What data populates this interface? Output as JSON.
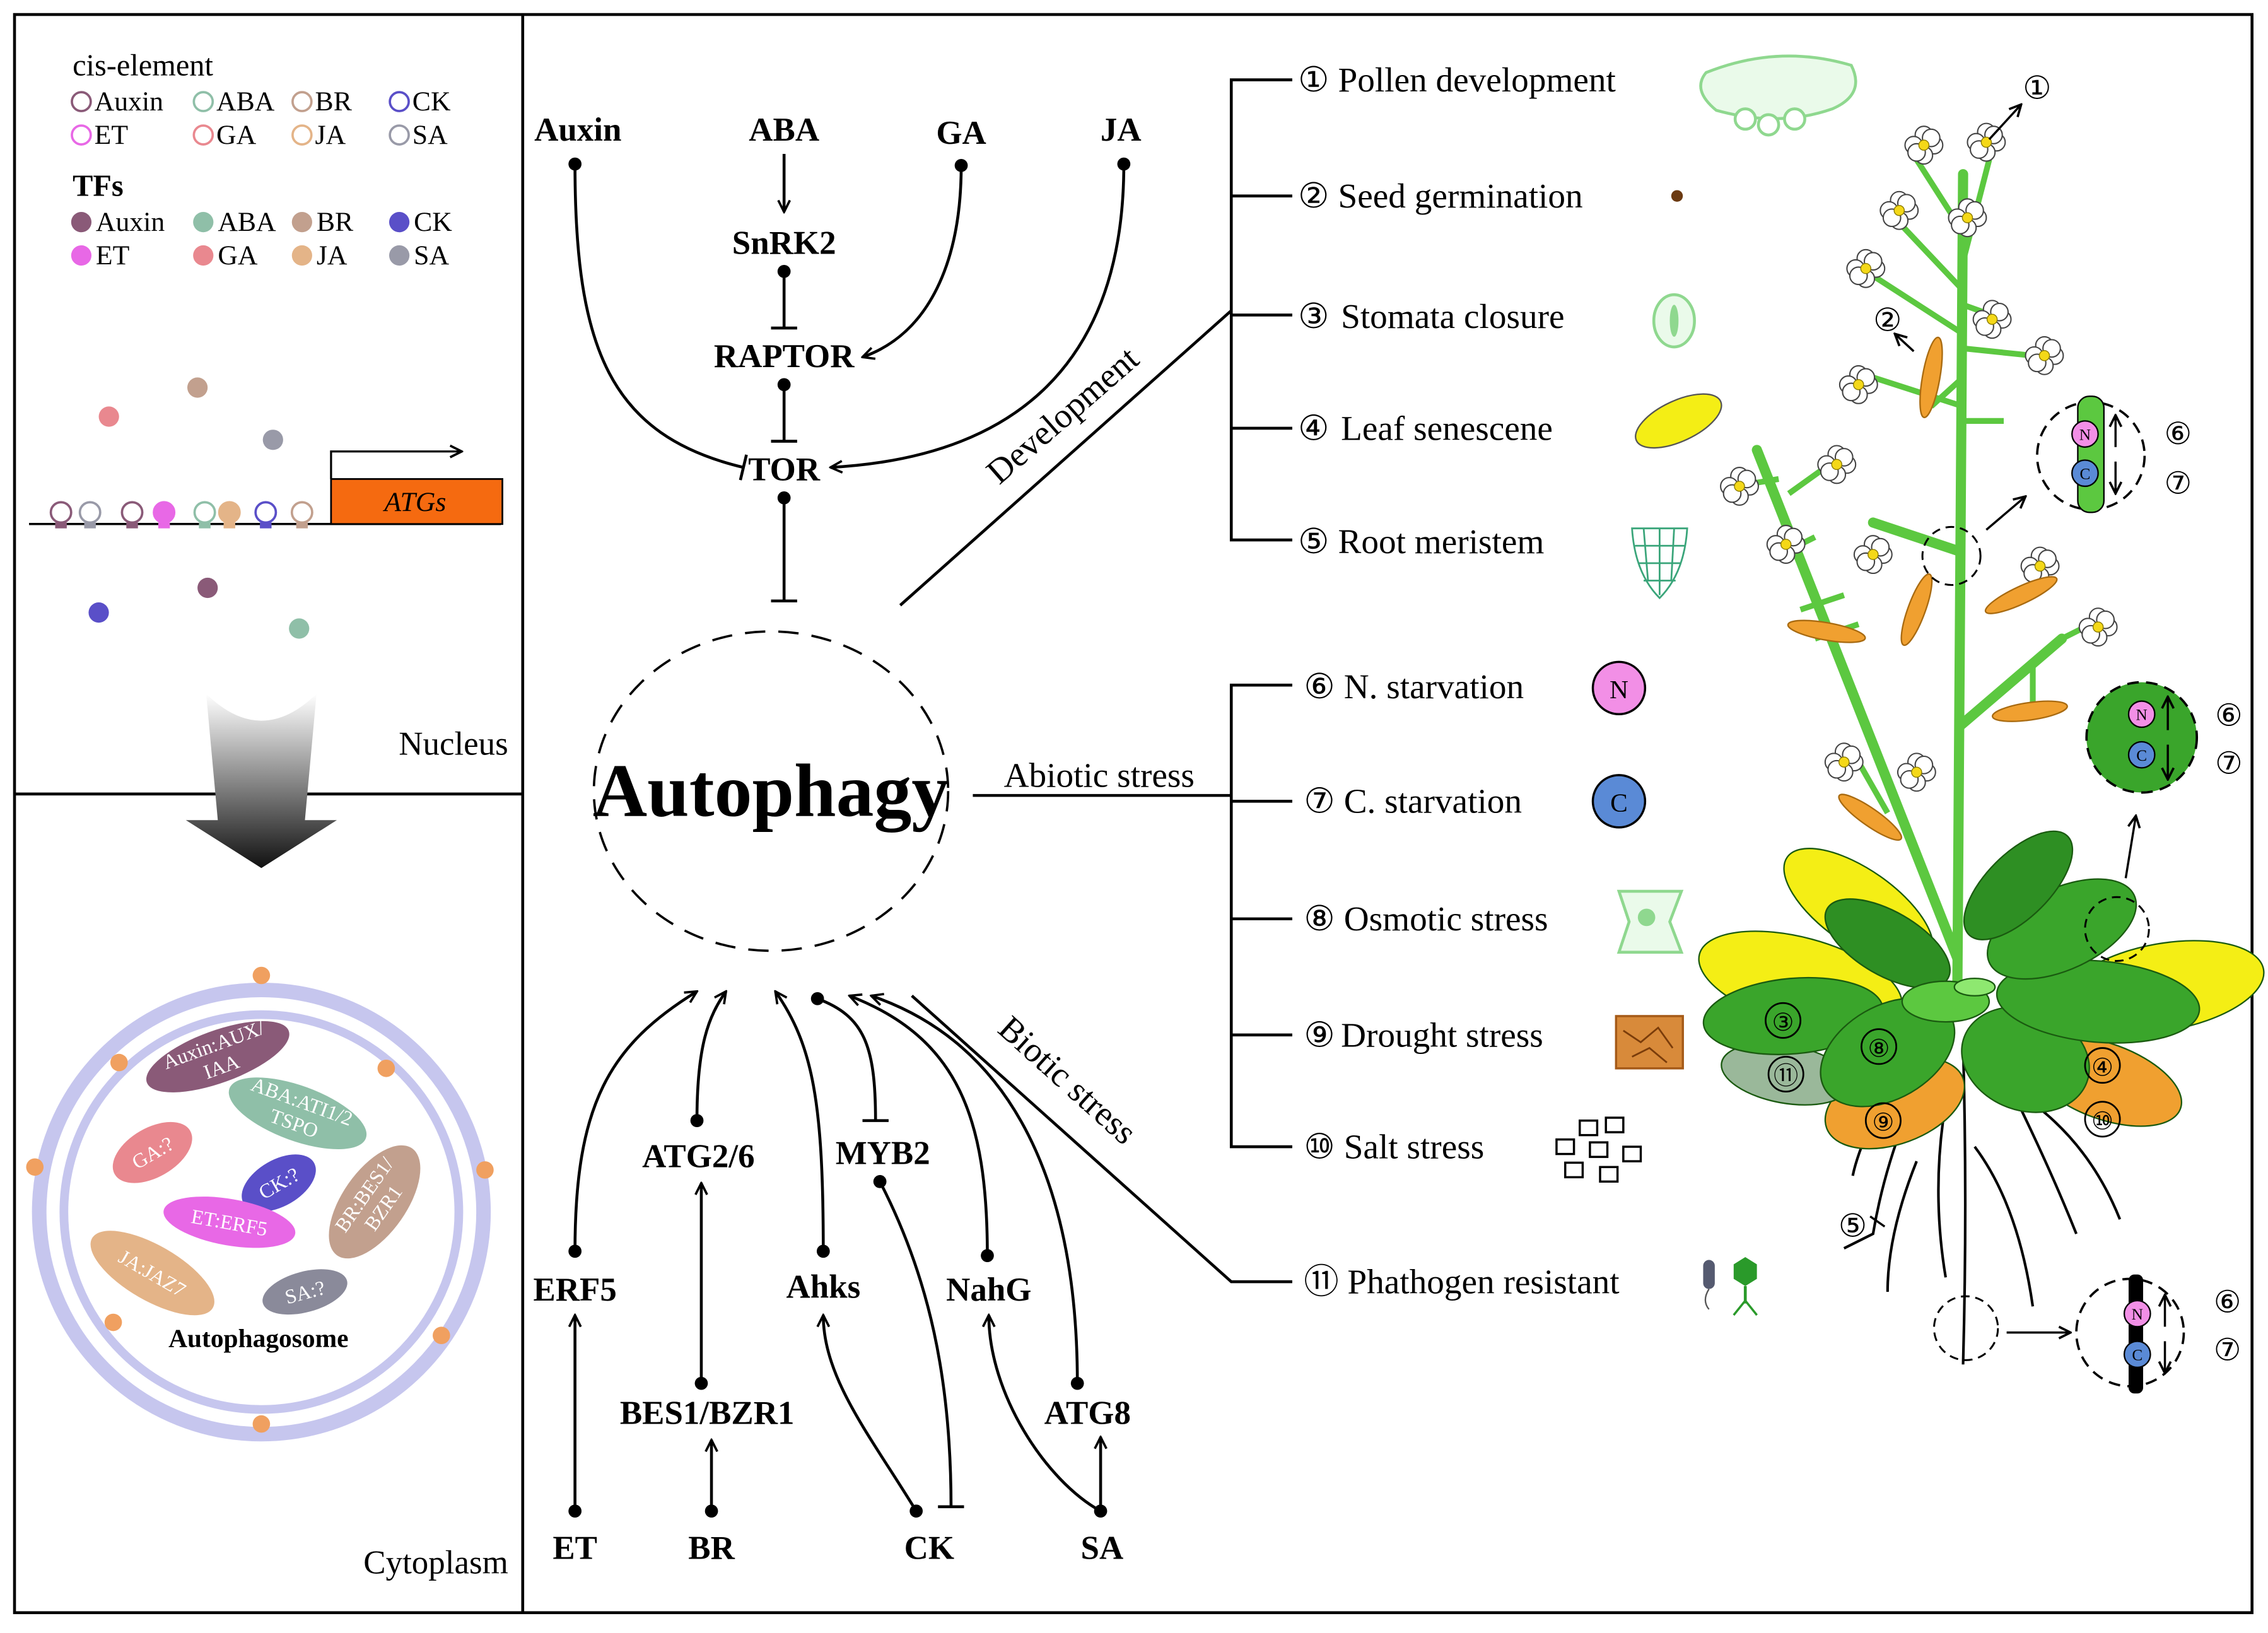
{
  "legend": {
    "cis_title": "cis-element",
    "tf_title": "TFs",
    "items": [
      {
        "name": "Auxin",
        "color": "#8a5a78"
      },
      {
        "name": "ABA",
        "color": "#8fbfa8"
      },
      {
        "name": "BR",
        "color": "#c2a08e"
      },
      {
        "name": "CK",
        "color": "#5a4fc8"
      },
      {
        "name": "ET",
        "color": "#e868e6"
      },
      {
        "name": "GA",
        "color": "#e9888f"
      },
      {
        "name": "JA",
        "color": "#e4b488"
      },
      {
        "name": "SA",
        "color": "#999aa8"
      }
    ]
  },
  "nucleus": {
    "label": "Nucleus",
    "gene": "ATGs"
  },
  "cytoplasm": {
    "label": "Cytoplasm",
    "autophagosome": "Autophagosome",
    "complexes": [
      "Auxin:AUX/",
      "IAA",
      "ABA:ATI1/2",
      "TSPO",
      "GA:?",
      "CK:?",
      "ET:ERF5",
      "BR:BES1/",
      "BZR1",
      "JA:JAZ7",
      "SA:?"
    ]
  },
  "signaling": {
    "top": [
      "Auxin",
      "ABA",
      "GA",
      "JA",
      "SnRK2",
      "RAPTOR",
      "TOR"
    ],
    "center": "Autophagy",
    "bottom": [
      "ERF5",
      "ET",
      "ATG2/6",
      "BES1/BZR1",
      "BR",
      "Ahks",
      "MYB2",
      "CK",
      "NahG",
      "ATG8",
      "SA"
    ]
  },
  "branches": [
    "Development",
    "Abiotic stress",
    "Biotic stress"
  ],
  "processes": [
    {
      "num": "①",
      "label": "Pollen development"
    },
    {
      "num": "②",
      "label": "Seed germination"
    },
    {
      "num": "③",
      "label": "Stomata closure"
    },
    {
      "num": "④",
      "label": "Leaf senescene"
    },
    {
      "num": "⑤",
      "label": "Root meristem"
    },
    {
      "num": "⑥",
      "label": "N. starvation"
    },
    {
      "num": "⑦",
      "label": "C. starvation"
    },
    {
      "num": "⑧",
      "label": "Osmotic stress"
    },
    {
      "num": "⑨",
      "label": "Drought stress"
    },
    {
      "num": "⑩",
      "label": "Salt stress"
    },
    {
      "num": "⑪",
      "label": "Phathogen resistant"
    }
  ],
  "badges": {
    "n": "N",
    "c": "C"
  },
  "colors": {
    "atg_box": "#f56a10",
    "plant_green": "#3aa52b",
    "stem_green": "#5cc840",
    "yellow": "#f4ee15",
    "orange": "#f0a030"
  }
}
